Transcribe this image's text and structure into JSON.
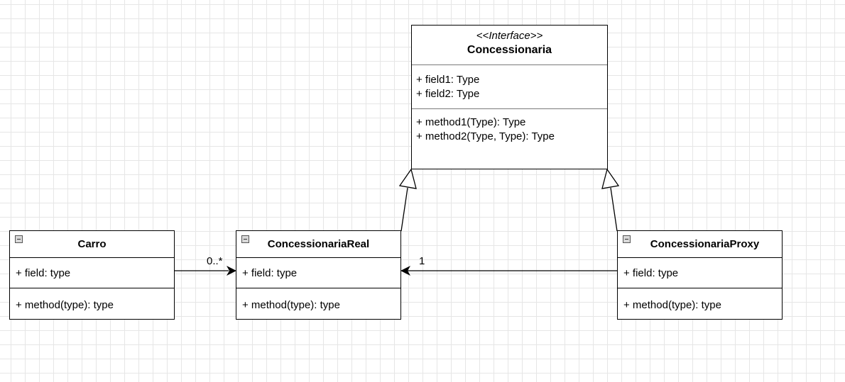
{
  "interface": {
    "stereotype": "<<Interface>>",
    "name": "Concessionaria",
    "fields": [
      "+ field1: Type",
      "+ field2: Type"
    ],
    "methods": [
      "+ method1(Type): Type",
      "+ method2(Type, Type): Type"
    ]
  },
  "carro": {
    "name": "Carro",
    "field": "+ field: type",
    "method": "+ method(type): type"
  },
  "real": {
    "name": "ConcessionariaReal",
    "field": "+ field: type",
    "method": "+ method(type): type"
  },
  "proxy": {
    "name": "ConcessionariaProxy",
    "field": "+ field: type",
    "method": "+ method(type): type"
  },
  "edges": {
    "carro_to_real_multiplicity": "0..*",
    "proxy_to_real_multiplicity": "1"
  }
}
